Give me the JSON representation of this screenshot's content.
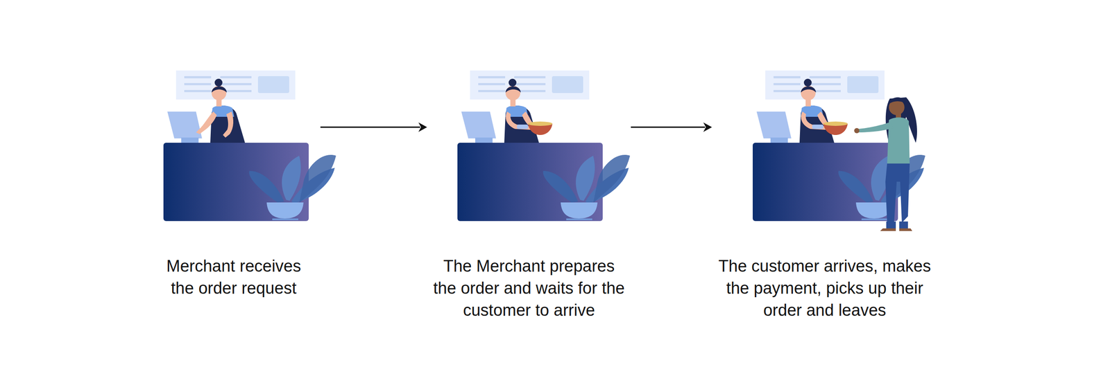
{
  "diagram": {
    "nodes": [
      {
        "text": [
          "Merchant receives the order request"
        ]
      },
      {
        "text": [
          "The Merchant prepares the order and waits for the customer to arrive"
        ]
      },
      {
        "text": [
          "The customer arrives, makes the payment, picks up their order and leaves"
        ]
      }
    ],
    "edges": [
      {
        "from": 0,
        "to": 1,
        "arrow": "to"
      },
      {
        "from": 1,
        "to": 2,
        "arrow": "to"
      }
    ]
  }
}
